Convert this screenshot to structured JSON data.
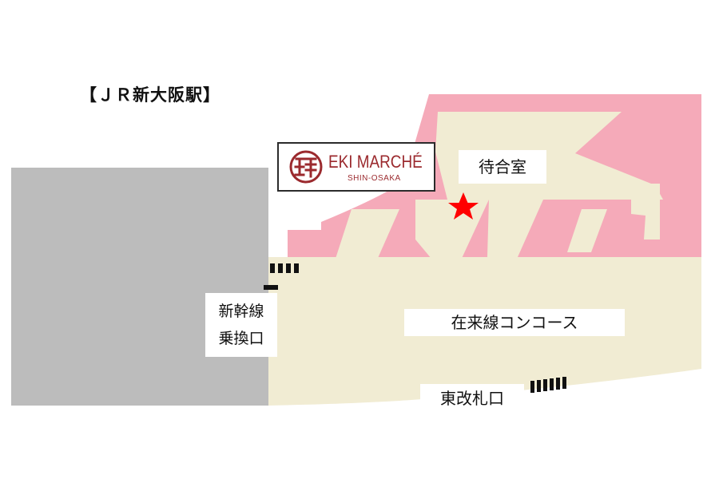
{
  "station_title": "【ＪＲ新大阪駅】",
  "logo": {
    "name": "EKI MARCHÉ",
    "subtitle": "SHIN-OSAKA"
  },
  "labels": {
    "waiting_room": "待合室",
    "shinkansen_transfer_line1": "新幹線",
    "shinkansen_transfer_line2": "乗換口",
    "conventional_concourse": "在来線コンコース",
    "east_gate": "東改札口"
  },
  "markers": {
    "current_location": "star-marker"
  },
  "colors": {
    "shop_area": "#f5aab9",
    "concourse": "#f1ecd3",
    "shinkansen_area": "#bcbcbc",
    "marker": "#ff0000",
    "logo": "#9b2a2e",
    "gate": "#111111"
  }
}
